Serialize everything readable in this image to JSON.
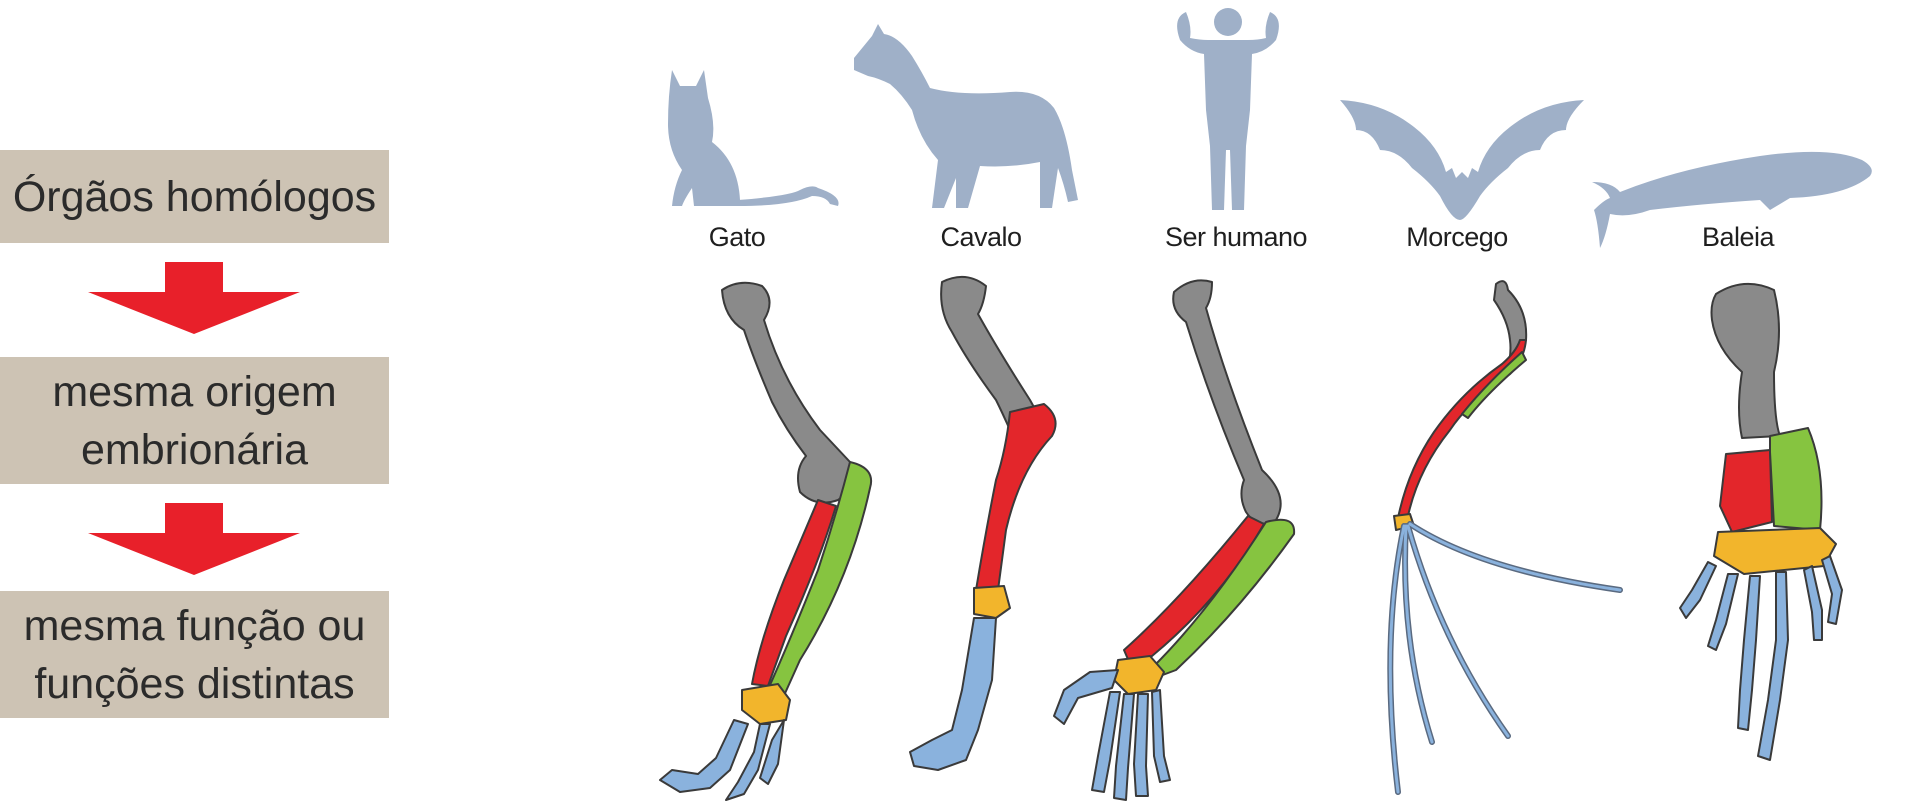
{
  "flow": {
    "step1": "Órgãos homólogos",
    "step2_line1": "mesma origem",
    "step2_line2": "embrionária",
    "step3_line1": "mesma função ou",
    "step3_line2": "funções distintas"
  },
  "animals": [
    {
      "label": "Gato",
      "icon": "cat-silhouette"
    },
    {
      "label": "Cavalo",
      "icon": "horse-silhouette"
    },
    {
      "label": "Ser humano",
      "icon": "human-silhouette"
    },
    {
      "label": "Morcego",
      "icon": "bat-silhouette"
    },
    {
      "label": "Baleia",
      "icon": "whale-silhouette"
    }
  ],
  "colors": {
    "box_bg": "#cdc3b4",
    "arrow": "#e8202a",
    "silhouette": "#9fb0c8",
    "humerus": "#8a8a8a",
    "radius": "#e3262b",
    "ulna": "#86c440",
    "carpals": "#f2b52c",
    "digits": "#8ab2dd"
  }
}
